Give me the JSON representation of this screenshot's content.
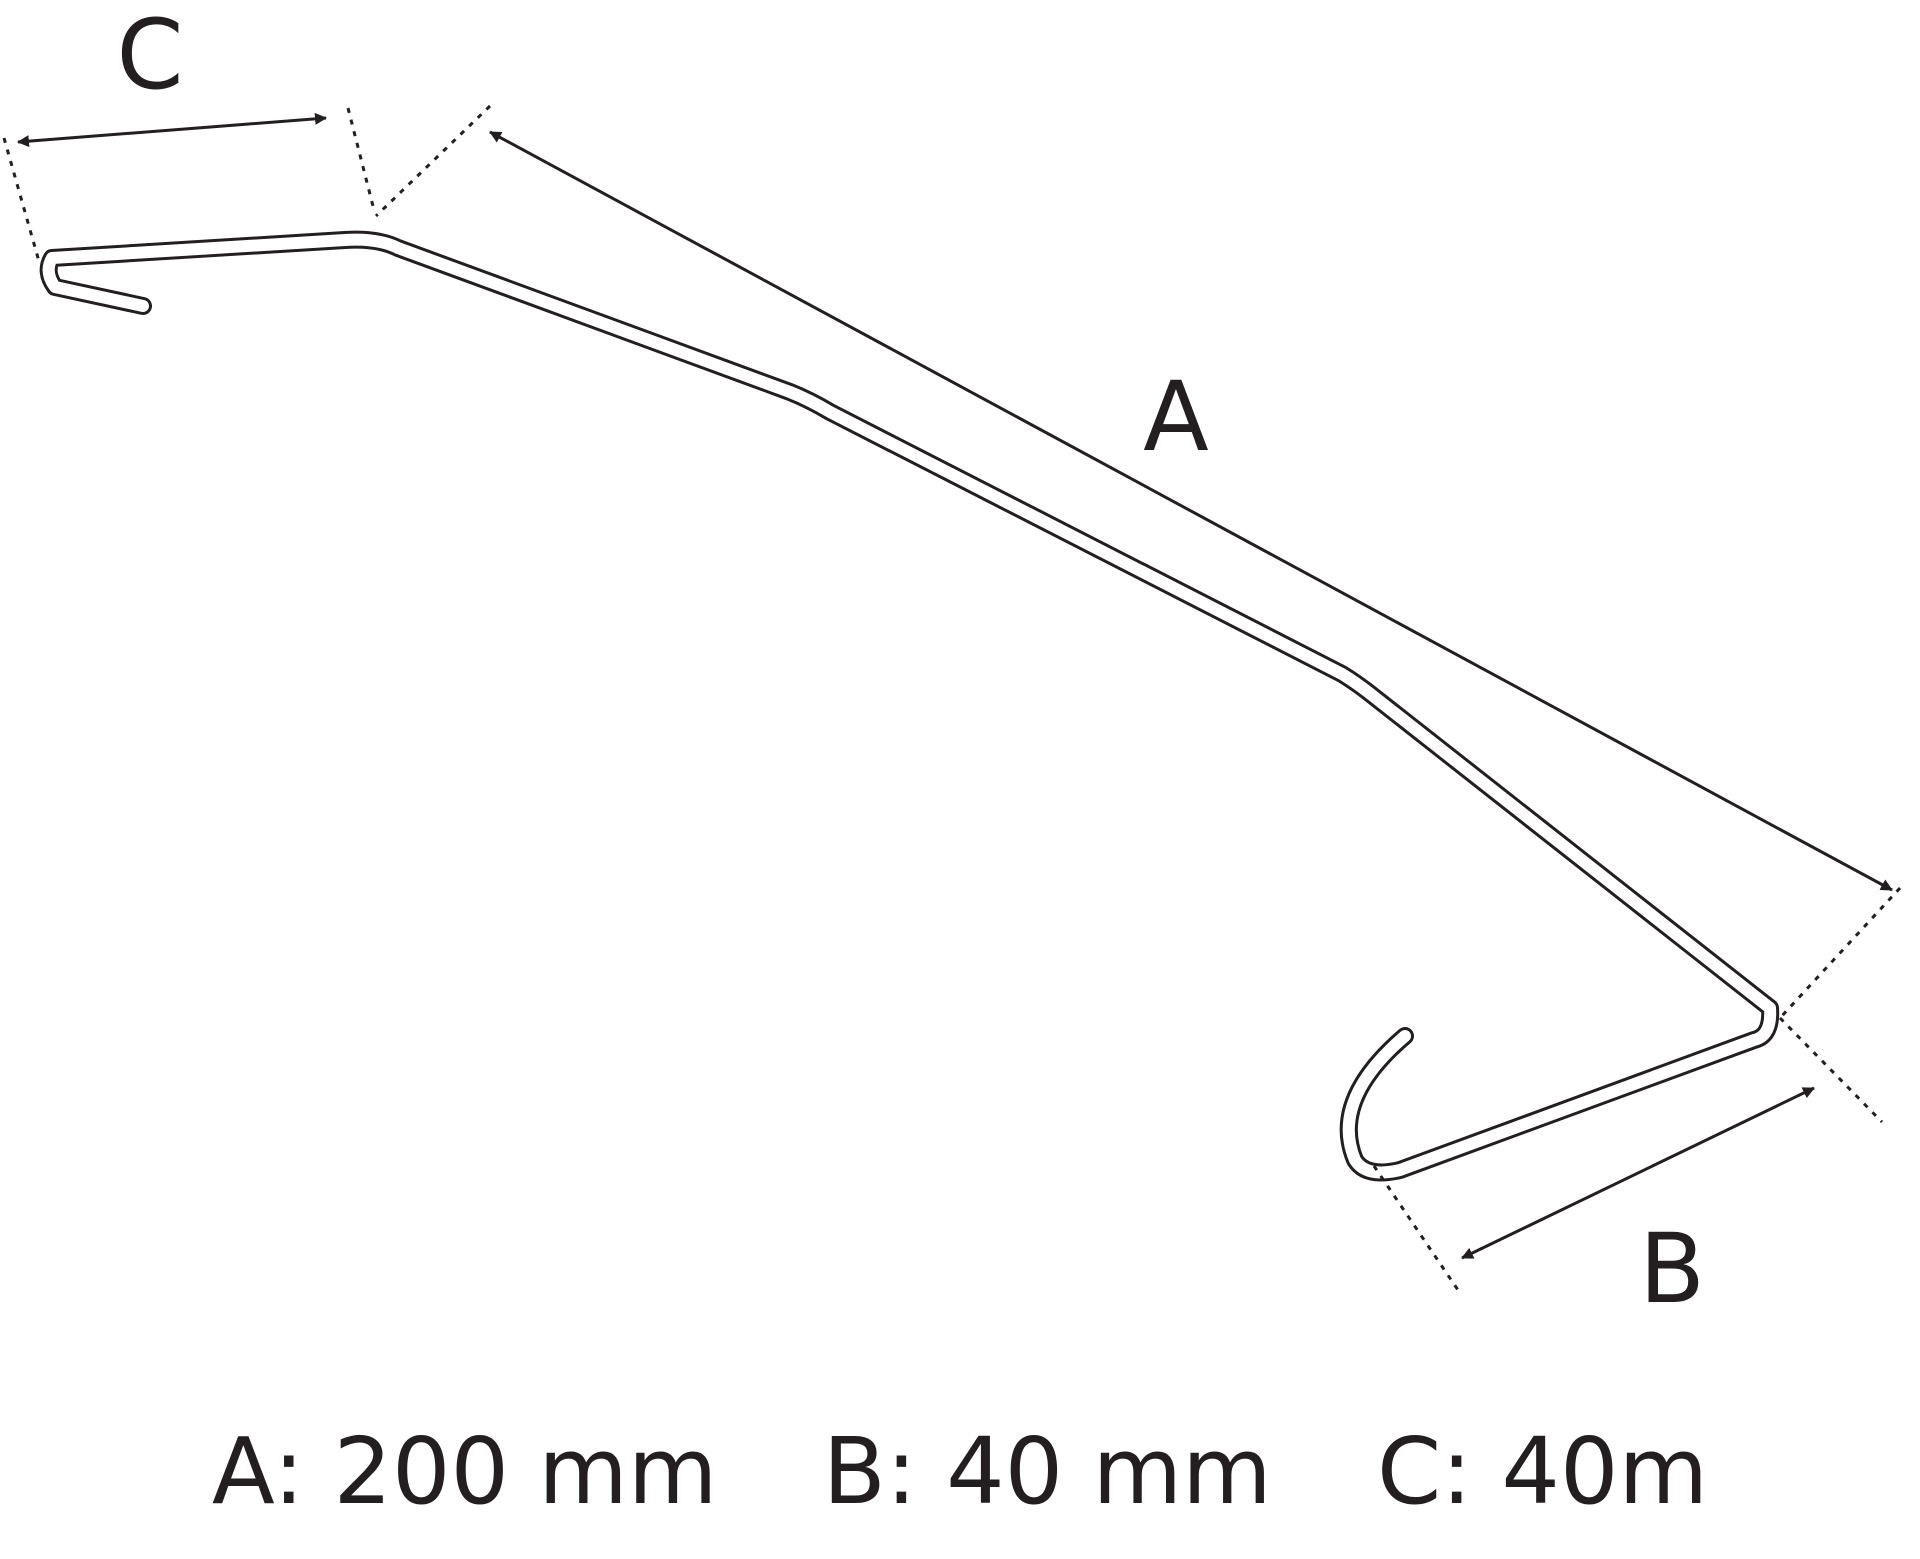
{
  "dimension_labels": {
    "a": "A",
    "b": "B",
    "c": "C"
  },
  "caption": {
    "a": "A: 200 mm",
    "b": "B: 40 mm",
    "c": "C: 40m"
  },
  "colors": {
    "line": "#231f20",
    "background": "#ffffff"
  },
  "icons": [
    "arrowhead-icon"
  ]
}
